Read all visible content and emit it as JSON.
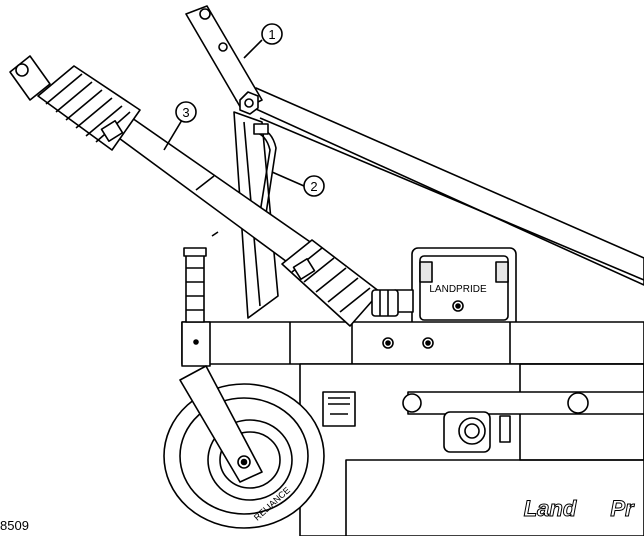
{
  "callouts": [
    {
      "id": "callout-1",
      "label": "1"
    },
    {
      "id": "callout-2",
      "label": "2"
    },
    {
      "id": "callout-3",
      "label": "3"
    }
  ],
  "decals": {
    "gearbox_brand": "LANDPRIDE",
    "tire_brand": "RELIANCE",
    "deck_logo_word1": "Land",
    "deck_logo_word2": "Pr"
  },
  "figure_id": "8509",
  "colors": {
    "line": "#000000",
    "fill": "#ffffff",
    "shade": "#e6e6e6"
  }
}
